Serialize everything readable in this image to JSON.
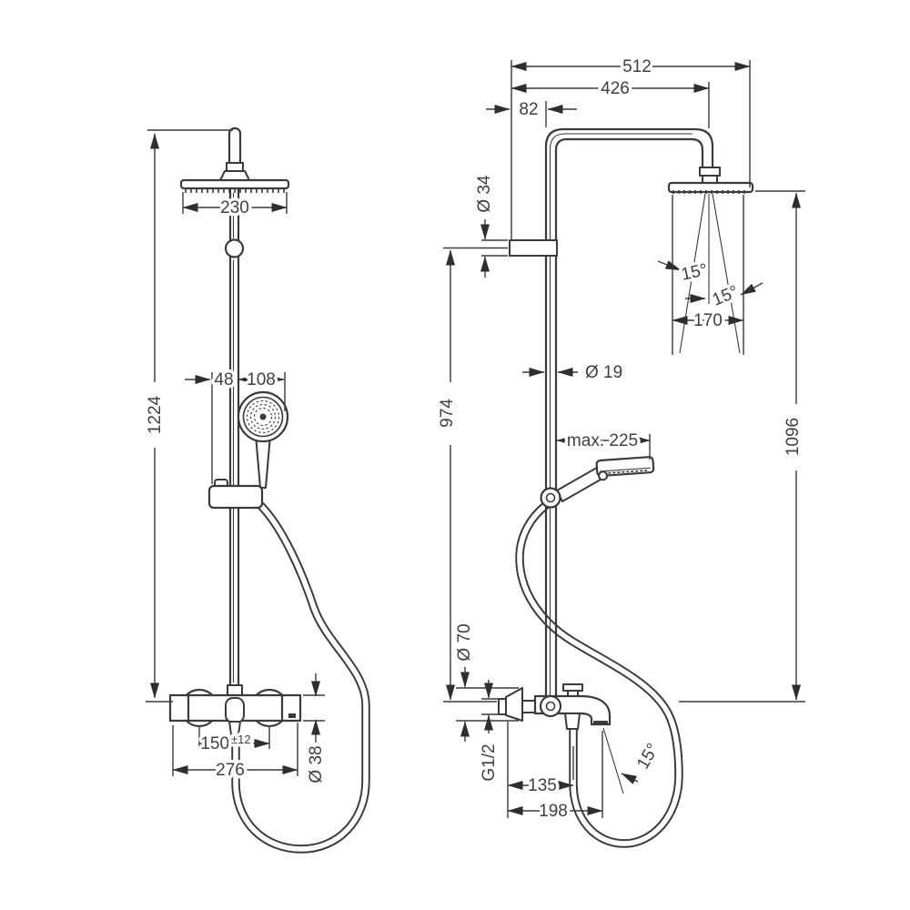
{
  "drawing": {
    "type": "technical-dimension-drawing",
    "subject": "shower-pipe-system-with-tub-spout",
    "colors": {
      "line": "#3a3a3a",
      "text": "#3f3f3f",
      "background": "#ffffff"
    },
    "left": {
      "total_height": "1224",
      "head_width": "230",
      "rail_offset": "48",
      "handshower_diameter": "108",
      "connection_distance": "150",
      "connection_tolerance": "±12",
      "valve_width": "276",
      "valve_diameter": "Ø 38"
    },
    "right": {
      "reach_total": "512",
      "reach_arm": "426",
      "wall_offset": "82",
      "bracket_diameter": "Ø 34",
      "pipe_diameter": "Ø 19",
      "pipe_height": "974",
      "total_height": "1096",
      "spray_width": "170",
      "spray_angle_left": "15°",
      "spray_angle_right": "15°",
      "handshower_reach": "max. 225",
      "escutcheon_diameter": "Ø 70",
      "thread": "G1/2",
      "spout_reach": "135",
      "spout_total": "198",
      "spout_angle": "15°"
    }
  }
}
